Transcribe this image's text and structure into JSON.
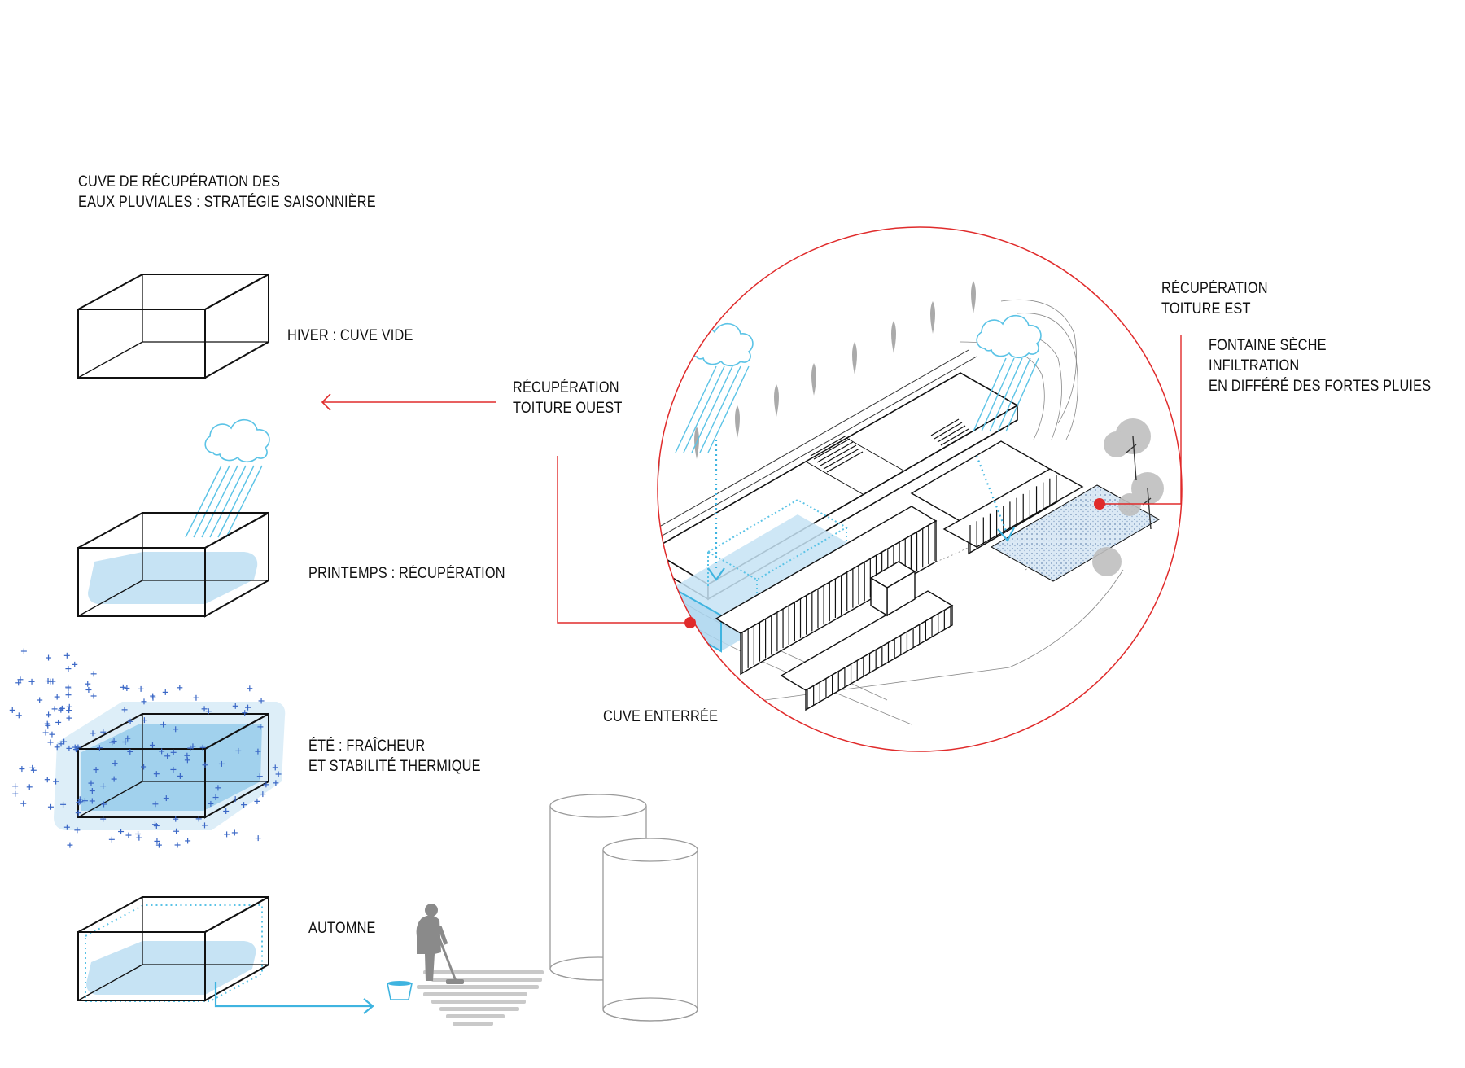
{
  "title": {
    "line1": "CUVE DE RÉCUPÉRATION DES",
    "line2": "EAUX PLUVIALES : STRATÉGIE SAISONNIÈRE"
  },
  "seasons": [
    {
      "label": "HIVER : CUVE VIDE"
    },
    {
      "label": "PRINTEMPS : RÉCUPÉRATION"
    },
    {
      "line1": "ÉTÉ : FRAÎCHEUR",
      "line2": "ET STABILITÉ THERMIQUE"
    },
    {
      "label": "AUTOMNE"
    }
  ],
  "site": {
    "west_roof": {
      "line1": "RÉCUPÉRATION",
      "line2": "TOITURE OUEST"
    },
    "east_roof": {
      "line1": "RÉCUPÉRATION",
      "line2": "TOITURE EST"
    },
    "fountain": {
      "line1": "FONTAINE SÈCHE",
      "line2": "INFILTRATION",
      "line3": "EN DIFFÉRÉ DES FORTES PLUIES"
    },
    "buried_tank": "CUVE ENTERRÉE"
  },
  "colors": {
    "water_fill": "#c6e3f4",
    "water_line": "#5bc3e6",
    "cool_blue": "#3a67c6",
    "accent_red": "#e02b2b",
    "ink": "#111111",
    "figure_grey": "#8a8a8a"
  }
}
